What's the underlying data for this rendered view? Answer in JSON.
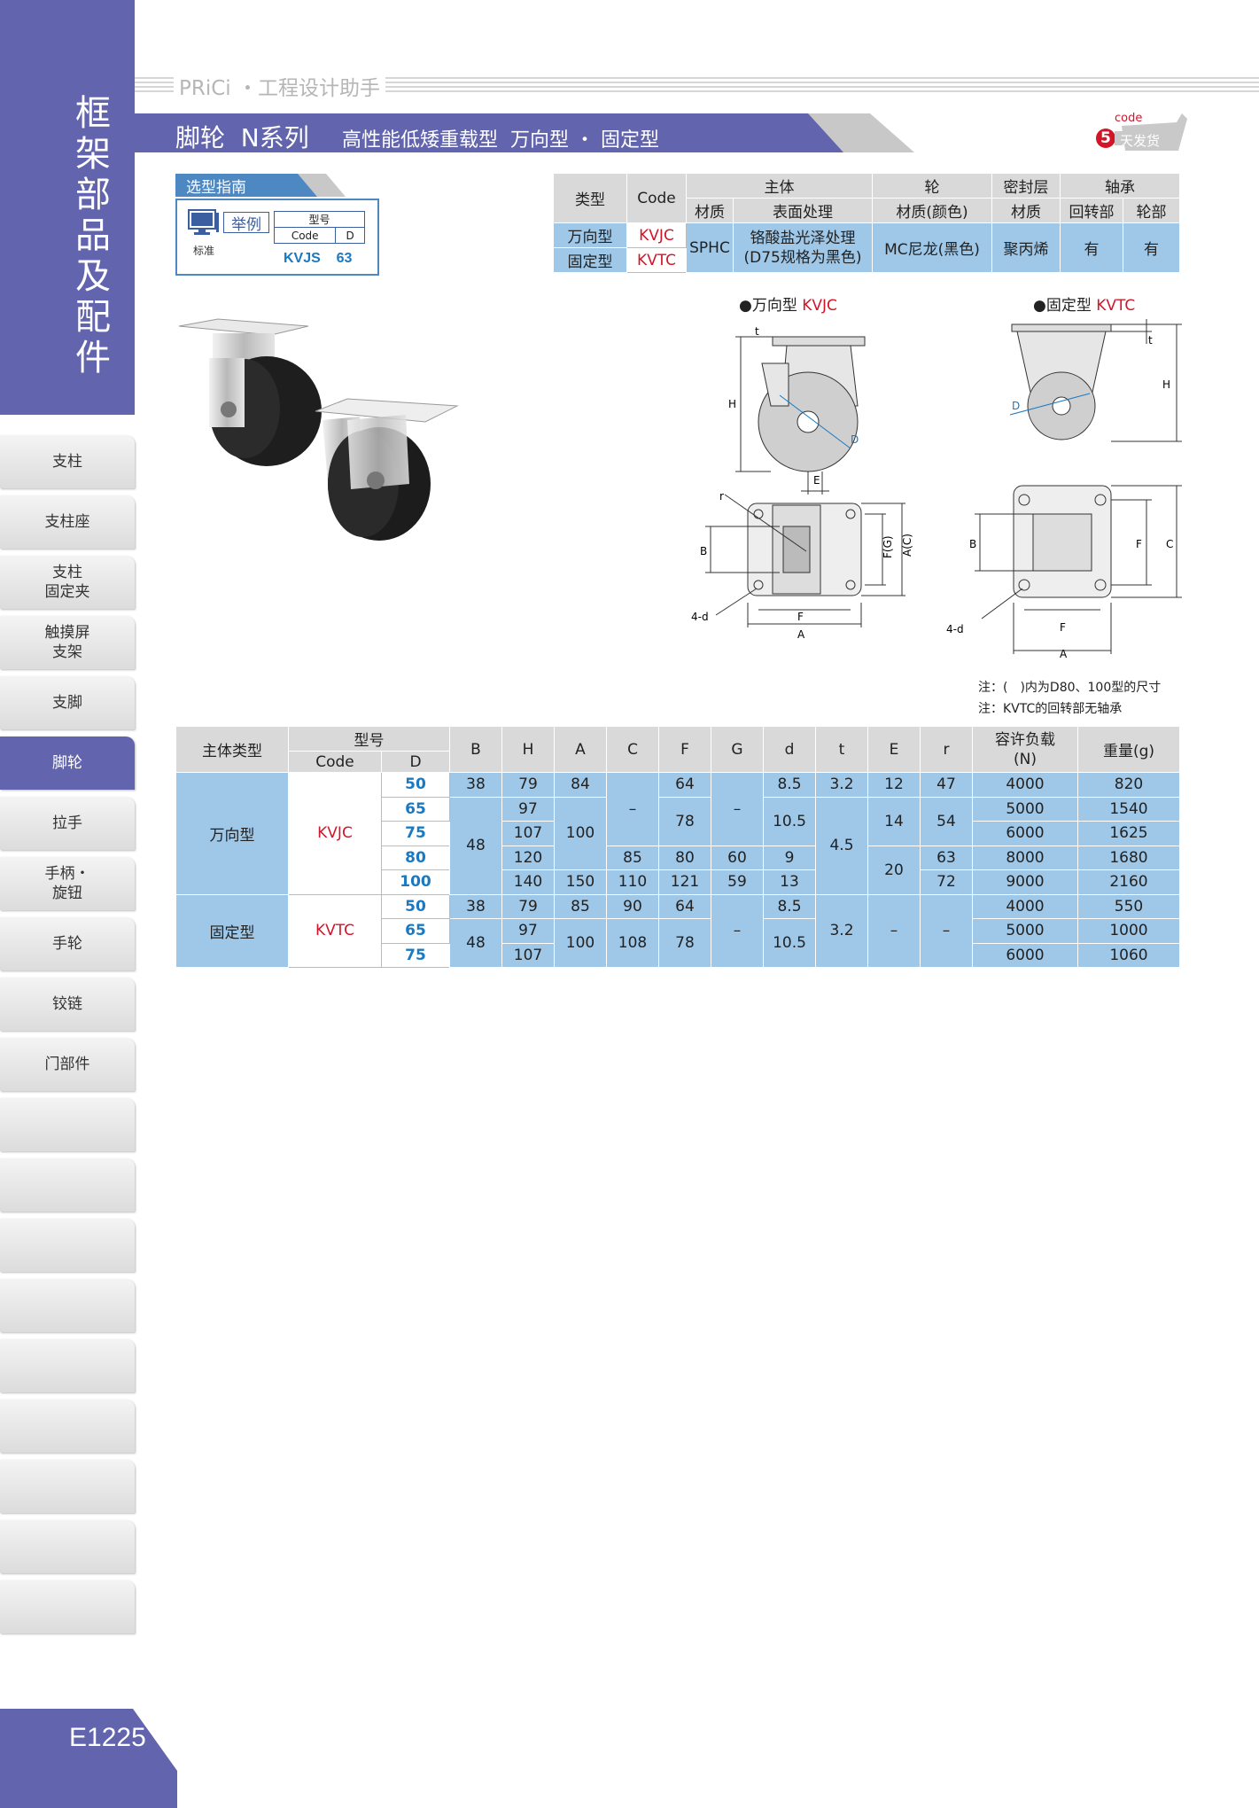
{
  "sidebar": {
    "title_chars": [
      "框",
      "架",
      "部",
      "品",
      "及",
      "配",
      "件"
    ],
    "items": [
      {
        "label": "支柱"
      },
      {
        "label": "支柱座"
      },
      {
        "label": "支柱\n固定夹"
      },
      {
        "label": "触摸屏\n支架"
      },
      {
        "label": "支脚"
      },
      {
        "label": "脚轮",
        "active": true
      },
      {
        "label": "拉手"
      },
      {
        "label": "手柄・\n旋钮"
      },
      {
        "label": "手轮"
      },
      {
        "label": "铰链"
      },
      {
        "label": "门部件"
      }
    ],
    "page_number": "E1225"
  },
  "header": {
    "brand": "PRiCi ・工程设计助手",
    "title_main": "脚轮  N系列",
    "title_sub": "高性能低矮重载型  万向型 ・ 固定型",
    "badge_top": "code",
    "badge_num": "5",
    "badge_text": "天发货"
  },
  "guide": {
    "head": "选型指南",
    "example": "举例",
    "standard": "标准",
    "model_label": "型号",
    "code_label": "Code",
    "d_label": "D",
    "code_value": "KVJS",
    "d_value": "63"
  },
  "spec": {
    "h_type": "类型",
    "h_code": "Code",
    "h_body": "主体",
    "h_wheel": "轮",
    "h_seal": "密封层",
    "h_bearing": "轴承",
    "h_material": "材质",
    "h_surface": "表面处理",
    "h_wheel_material": "材质(颜色)",
    "h_seal_material": "材质",
    "h_swivel": "回转部",
    "h_wheelpart": "轮部",
    "rows": [
      {
        "type": "万向型",
        "code": "KVJC"
      },
      {
        "type": "固定型",
        "code": "KVTC"
      }
    ],
    "material": "SPHC",
    "surface": "铬酸盐光泽处理\n(D75规格为黑色)",
    "wheel_material": "MC尼龙(黑色)",
    "seal_material": "聚丙烯",
    "swivel": "有",
    "wheelpart": "有"
  },
  "diagrams": {
    "swivel_label": "●万向型",
    "swivel_code": "KVJC",
    "fixed_label": "●固定型",
    "fixed_code": "KVTC",
    "dims": {
      "H": "H",
      "t": "t",
      "D": "D",
      "E": "E",
      "r": "r",
      "B": "B",
      "F": "F",
      "A": "A",
      "FG": "F(G)",
      "AC": "A(C)",
      "C": "C",
      "d": "4-d"
    }
  },
  "notes": [
    "注：(　)内为D80、100型的尺寸",
    "注：KVTC的回转部无轴承"
  ],
  "main_table": {
    "headers": {
      "type": "主体类型",
      "model": "型号",
      "code": "Code",
      "D": "D",
      "B": "B",
      "H": "H",
      "A": "A",
      "C": "C",
      "F": "F",
      "G": "G",
      "d": "d",
      "t": "t",
      "E": "E",
      "r": "r",
      "load": "容许负载\n(N)",
      "weight": "重量(g)"
    },
    "swivel": {
      "type": "万向型",
      "code": "KVJC",
      "D": [
        "50",
        "65",
        "75",
        "80",
        "100"
      ],
      "B": [
        "38",
        "48"
      ],
      "H": [
        "79",
        "97",
        "107",
        "120",
        "140"
      ],
      "A": [
        "84",
        "100",
        "150"
      ],
      "C": [
        "–",
        "85",
        "110"
      ],
      "F": [
        "64",
        "78",
        "80",
        "121"
      ],
      "G": [
        "–",
        "60",
        "59"
      ],
      "d": [
        "8.5",
        "10.5",
        "9",
        "13"
      ],
      "t": [
        "3.2",
        "4.5"
      ],
      "E": [
        "12",
        "14",
        "20"
      ],
      "r": [
        "47",
        "54",
        "63",
        "72"
      ],
      "load": [
        "4000",
        "5000",
        "6000",
        "8000",
        "9000"
      ],
      "weight": [
        "820",
        "1540",
        "1625",
        "1680",
        "2160"
      ]
    },
    "fixed": {
      "type": "固定型",
      "code": "KVTC",
      "D": [
        "50",
        "65",
        "75"
      ],
      "B": [
        "38",
        "48"
      ],
      "H": [
        "79",
        "97",
        "107"
      ],
      "A": [
        "85",
        "100"
      ],
      "C": [
        "90",
        "108"
      ],
      "F": [
        "64",
        "78"
      ],
      "G": "–",
      "d": [
        "8.5",
        "10.5"
      ],
      "t": "3.2",
      "E": "–",
      "r": "–",
      "load": [
        "4000",
        "5000",
        "6000"
      ],
      "weight": [
        "550",
        "1000",
        "1060"
      ]
    }
  }
}
